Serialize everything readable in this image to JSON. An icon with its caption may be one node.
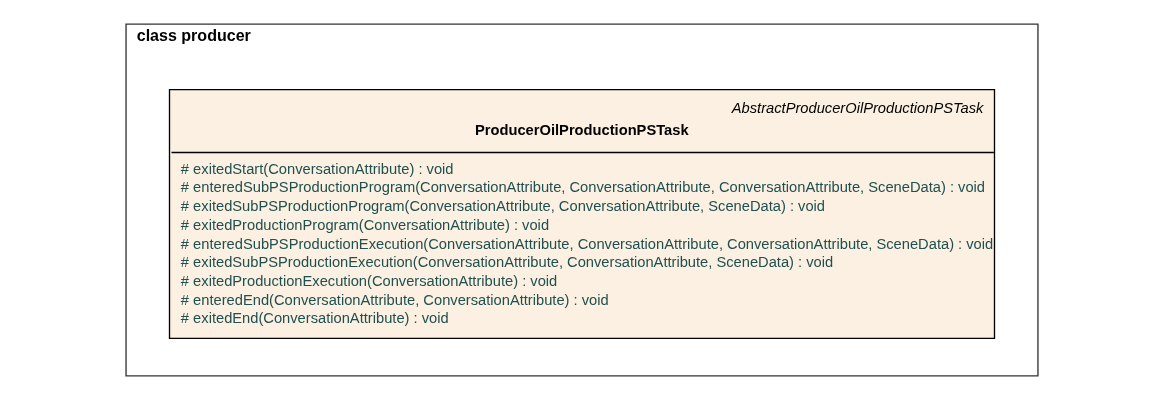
{
  "diagram": {
    "nodes": [
      {
        "text": [
          "class producer"
        ]
      },
      {
        "text": [
          "AbstractProducerOilProductionPSTask",
          "ProducerOilProductionPSTask",
          "# exitedStart(ConversationAttribute) : void",
          "# enteredSubPSProductionProgram(ConversationAttribute, ConversationAttribute, ConversationAttribute, SceneData) : void",
          "# exitedSubPSProductionProgram(ConversationAttribute, ConversationAttribute, SceneData) : void",
          "# exitedProductionProgram(ConversationAttribute) : void",
          "# enteredSubPSProductionExecution(ConversationAttribute, ConversationAttribute, ConversationAttribute, SceneData) : void",
          "# exitedSubPSProductionExecution(ConversationAttribute, ConversationAttribute, SceneData) : void",
          "# exitedProductionExecution(ConversationAttribute) : void",
          "# enteredEnd(ConversationAttribute, ConversationAttribute) : void",
          "# exitedEnd(ConversationAttribute) : void"
        ],
        "in": 0
      }
    ]
  }
}
